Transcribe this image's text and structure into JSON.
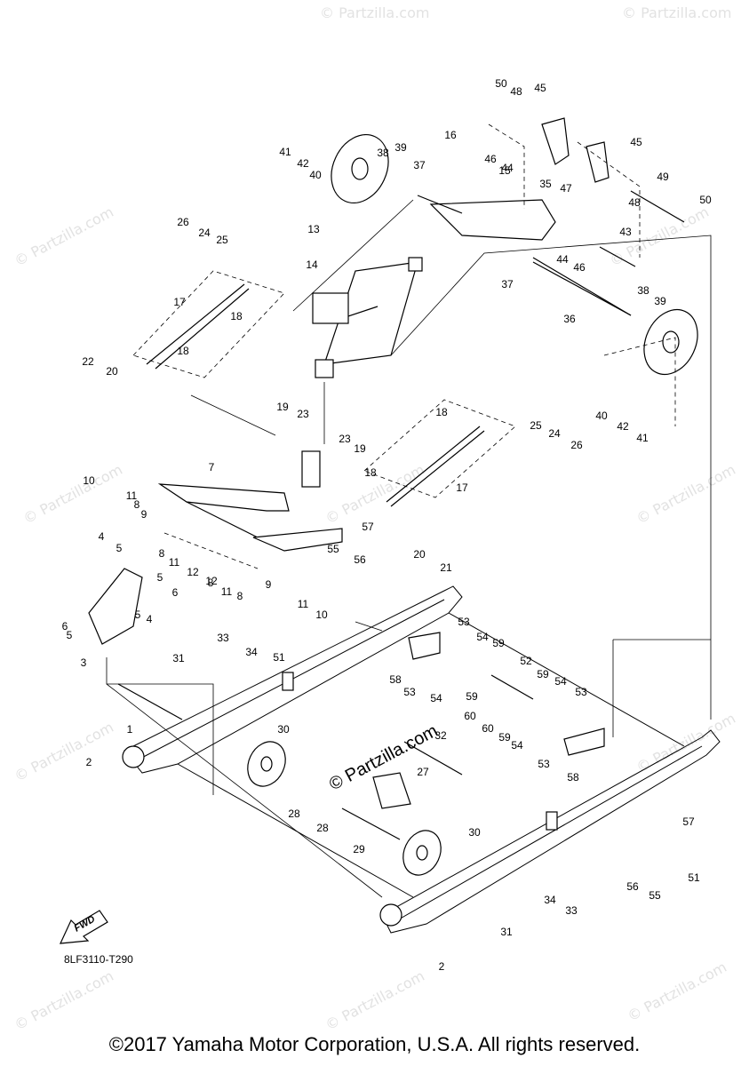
{
  "copyright": "©2017 Yamaha Motor Corporation, U.S.A. All rights reserved.",
  "drawing_code": "8LF3110-T290",
  "fwd_label": "FWD",
  "center_watermark": "© Partzilla.com",
  "background_watermark": "© Partzilla.com",
  "icons": [
    "fwd-arrow-icon"
  ],
  "callouts": [
    {
      "n": "1"
    },
    {
      "n": "2"
    },
    {
      "n": "2"
    },
    {
      "n": "3"
    },
    {
      "n": "4"
    },
    {
      "n": "4"
    },
    {
      "n": "5"
    },
    {
      "n": "5"
    },
    {
      "n": "5"
    },
    {
      "n": "5"
    },
    {
      "n": "6"
    },
    {
      "n": "6"
    },
    {
      "n": "7"
    },
    {
      "n": "8"
    },
    {
      "n": "8"
    },
    {
      "n": "8"
    },
    {
      "n": "8"
    },
    {
      "n": "9"
    },
    {
      "n": "9"
    },
    {
      "n": "10"
    },
    {
      "n": "10"
    },
    {
      "n": "11"
    },
    {
      "n": "11"
    },
    {
      "n": "11"
    },
    {
      "n": "11"
    },
    {
      "n": "12"
    },
    {
      "n": "12"
    },
    {
      "n": "13"
    },
    {
      "n": "14"
    },
    {
      "n": "15"
    },
    {
      "n": "16"
    },
    {
      "n": "17"
    },
    {
      "n": "17"
    },
    {
      "n": "18"
    },
    {
      "n": "18"
    },
    {
      "n": "18"
    },
    {
      "n": "18"
    },
    {
      "n": "19"
    },
    {
      "n": "19"
    },
    {
      "n": "20"
    },
    {
      "n": "20"
    },
    {
      "n": "21"
    },
    {
      "n": "22"
    },
    {
      "n": "23"
    },
    {
      "n": "23"
    },
    {
      "n": "24"
    },
    {
      "n": "24"
    },
    {
      "n": "25"
    },
    {
      "n": "25"
    },
    {
      "n": "26"
    },
    {
      "n": "26"
    },
    {
      "n": "27"
    },
    {
      "n": "28"
    },
    {
      "n": "28"
    },
    {
      "n": "29"
    },
    {
      "n": "30"
    },
    {
      "n": "30"
    },
    {
      "n": "31"
    },
    {
      "n": "31"
    },
    {
      "n": "32"
    },
    {
      "n": "33"
    },
    {
      "n": "33"
    },
    {
      "n": "34"
    },
    {
      "n": "34"
    },
    {
      "n": "35"
    },
    {
      "n": "36"
    },
    {
      "n": "37"
    },
    {
      "n": "37"
    },
    {
      "n": "38"
    },
    {
      "n": "38"
    },
    {
      "n": "39"
    },
    {
      "n": "39"
    },
    {
      "n": "40"
    },
    {
      "n": "40"
    },
    {
      "n": "41"
    },
    {
      "n": "41"
    },
    {
      "n": "42"
    },
    {
      "n": "42"
    },
    {
      "n": "43"
    },
    {
      "n": "44"
    },
    {
      "n": "44"
    },
    {
      "n": "45"
    },
    {
      "n": "45"
    },
    {
      "n": "46"
    },
    {
      "n": "46"
    },
    {
      "n": "47"
    },
    {
      "n": "48"
    },
    {
      "n": "48"
    },
    {
      "n": "49"
    },
    {
      "n": "50"
    },
    {
      "n": "50"
    },
    {
      "n": "51"
    },
    {
      "n": "51"
    },
    {
      "n": "52"
    },
    {
      "n": "53"
    },
    {
      "n": "53"
    },
    {
      "n": "53"
    },
    {
      "n": "53"
    },
    {
      "n": "54"
    },
    {
      "n": "54"
    },
    {
      "n": "54"
    },
    {
      "n": "54"
    },
    {
      "n": "55"
    },
    {
      "n": "55"
    },
    {
      "n": "56"
    },
    {
      "n": "56"
    },
    {
      "n": "57"
    },
    {
      "n": "57"
    },
    {
      "n": "58"
    },
    {
      "n": "58"
    },
    {
      "n": "59"
    },
    {
      "n": "59"
    },
    {
      "n": "59"
    },
    {
      "n": "59"
    },
    {
      "n": "60"
    },
    {
      "n": "60"
    }
  ]
}
